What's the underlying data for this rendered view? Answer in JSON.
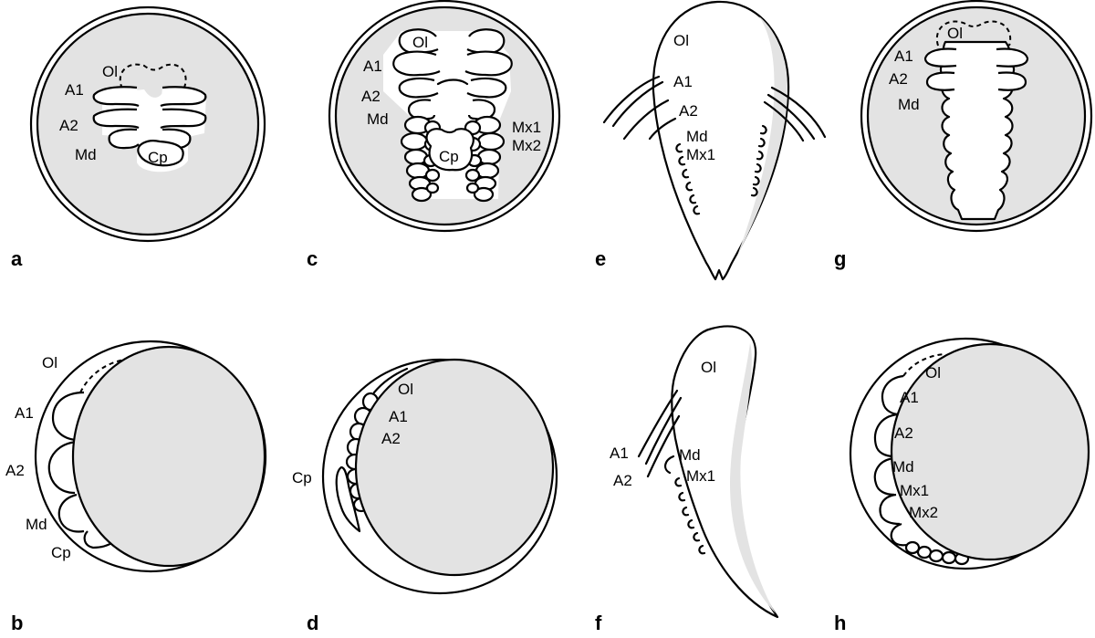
{
  "panels": {
    "a": {
      "letter": "a",
      "ol": "Ol",
      "a1": "A1",
      "a2": "A2",
      "md": "Md",
      "cp": "Cp"
    },
    "b": {
      "letter": "b",
      "ol": "Ol",
      "a1": "A1",
      "a2": "A2",
      "md": "Md",
      "cp": "Cp"
    },
    "c": {
      "letter": "c",
      "ol": "Ol",
      "a1": "A1",
      "a2": "A2",
      "md": "Md",
      "mx1": "Mx1",
      "mx2": "Mx2",
      "cp": "Cp"
    },
    "d": {
      "letter": "d",
      "ol": "Ol",
      "a1": "A1",
      "a2": "A2",
      "cp": "Cp"
    },
    "e": {
      "letter": "e",
      "ol": "Ol",
      "a1": "A1",
      "a2": "A2",
      "md": "Md",
      "mx1": "Mx1"
    },
    "f": {
      "letter": "f",
      "ol": "Ol",
      "a1": "A1",
      "a2": "A2",
      "md": "Md",
      "mx1": "Mx1"
    },
    "g": {
      "letter": "g",
      "ol": "Ol",
      "a1": "A1",
      "a2": "A2",
      "md": "Md"
    },
    "h": {
      "letter": "h",
      "ol": "Ol",
      "a1": "A1",
      "a2": "A2",
      "md": "Md",
      "mx1": "Mx1",
      "mx2": "Mx2"
    }
  }
}
